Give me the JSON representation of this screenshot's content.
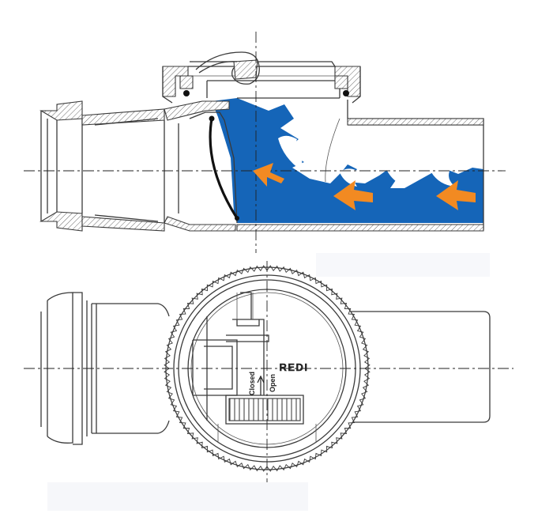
{
  "labels": {
    "brand": "REDI",
    "closed": "Closed",
    "open": "Open"
  },
  "colors": {
    "water": "#1565b8",
    "arrow": "#f28a22",
    "line": "#3a3a3a",
    "flap": "#111111"
  },
  "icons": {
    "flow_arrow": "flow-arrow-icon",
    "indicator_arrow": "up-arrow-icon"
  },
  "flow_arrow_count": 3
}
